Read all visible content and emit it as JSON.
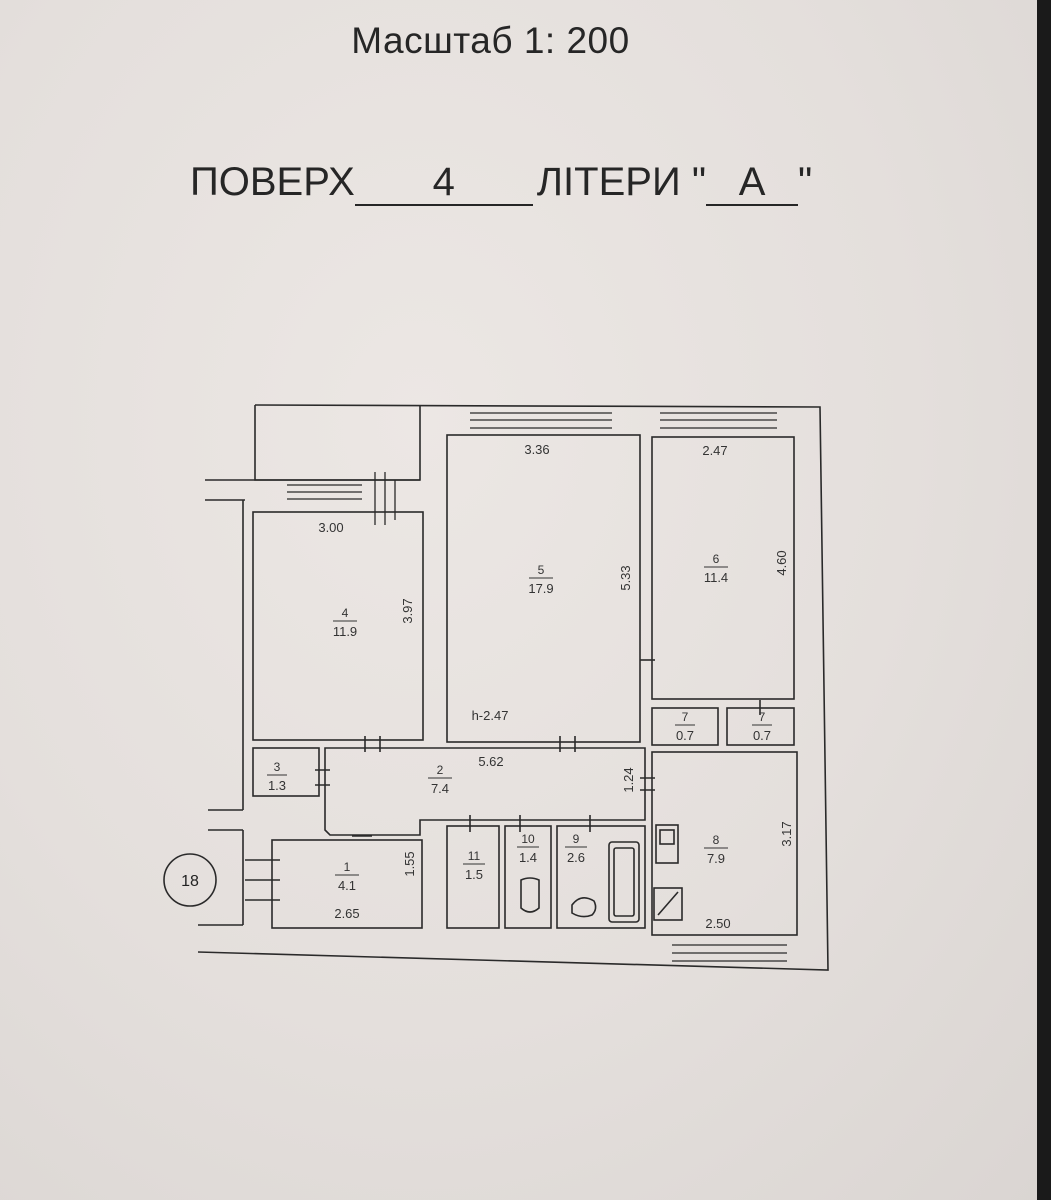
{
  "header": {
    "scale_label": "Масштаб 1: 200",
    "floor_word": "ПОВЕРХ",
    "floor_value": "4",
    "letter_word": "ЛІТЕРИ",
    "letter_open_quote": "\"",
    "letter_value": "А",
    "letter_close_quote": "\""
  },
  "plan": {
    "building_mark": "18",
    "ceiling_height": "h-2.47",
    "rooms": [
      {
        "id": "room-1",
        "number": "1",
        "area": "4.1"
      },
      {
        "id": "room-2",
        "number": "2",
        "area": "7.4"
      },
      {
        "id": "room-3",
        "number": "3",
        "area": "1.3"
      },
      {
        "id": "room-4",
        "number": "4",
        "area": "11.9"
      },
      {
        "id": "room-5",
        "number": "5",
        "area": "17.9"
      },
      {
        "id": "room-6",
        "number": "6",
        "area": "11.4"
      },
      {
        "id": "room-7a",
        "number": "7",
        "area": "0.7"
      },
      {
        "id": "room-7b",
        "number": "7",
        "area": "0.7"
      },
      {
        "id": "room-8",
        "number": "8",
        "area": "7.9"
      },
      {
        "id": "room-9",
        "number": "9",
        "area": "2.6"
      },
      {
        "id": "room-10",
        "number": "10",
        "area": "1.4"
      },
      {
        "id": "room-11",
        "number": "11",
        "area": "1.5"
      }
    ],
    "dimensions": {
      "d_336": "3.36",
      "d_247": "2.47",
      "d_300": "3.00",
      "d_533": "5.33",
      "d_460": "4.60",
      "d_397": "3.97",
      "d_562": "5.62",
      "d_124": "1.24",
      "d_317": "3.17",
      "d_155": "1.55",
      "d_265": "2.65",
      "d_250": "2.50"
    }
  }
}
